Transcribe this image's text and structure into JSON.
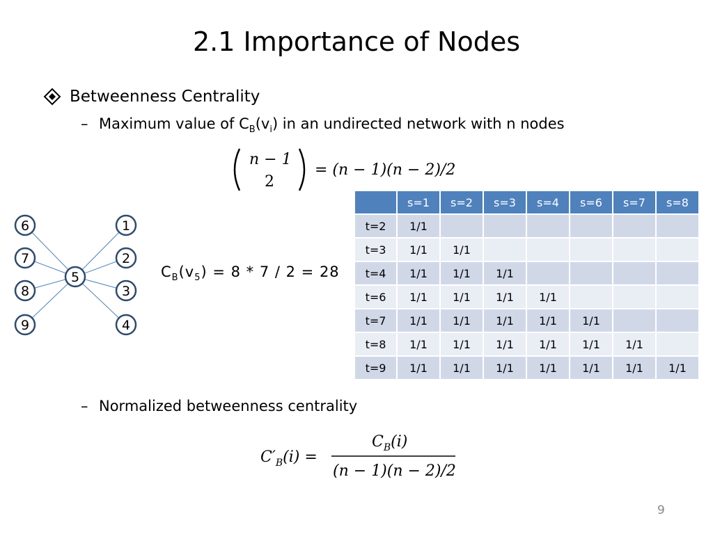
{
  "slide": {
    "title": "2.1 Importance of Nodes",
    "bullet": "Betweenness Centrality",
    "sub1": {
      "prefix": "Maximum value of C",
      "sub_b": "B",
      "mid": "(v",
      "sub_i": "i",
      "suffix": ") in an undirected network with n nodes"
    },
    "formula1": {
      "binom_top": "n − 1",
      "binom_bottom": "2",
      "rhs": "= (n − 1)(n − 2)/2"
    },
    "cb_eq": {
      "prefix": "C",
      "sub_b": "B",
      "mid": "(v",
      "sub_5": "5",
      "suffix": ") = 8 * 7 / 2 = 28"
    },
    "sub2": "Normalized betweenness centrality",
    "formula2": {
      "lhs": "C′",
      "lhs_sub": "B",
      "lhs_arg": "(i) =",
      "numerator": "C",
      "numerator_sub": "B",
      "numerator_arg": "(i)",
      "denominator": "(n − 1)(n − 2)/2"
    },
    "page_number": "9"
  },
  "graph": {
    "center": "5",
    "left_nodes": [
      "6",
      "7",
      "8",
      "9"
    ],
    "right_nodes": [
      "1",
      "2",
      "3",
      "4"
    ],
    "node_color": "#2e4b6d",
    "edge_color": "#4f81bd"
  },
  "table": {
    "columns": [
      "s=1",
      "s=2",
      "s=3",
      "s=4",
      "s=6",
      "s=7",
      "s=8"
    ],
    "rows": [
      {
        "label": "t=2",
        "cells": [
          "1/1",
          "",
          "",
          "",
          "",
          "",
          ""
        ]
      },
      {
        "label": "t=3",
        "cells": [
          "1/1",
          "1/1",
          "",
          "",
          "",
          "",
          ""
        ]
      },
      {
        "label": "t=4",
        "cells": [
          "1/1",
          "1/1",
          "1/1",
          "",
          "",
          "",
          ""
        ]
      },
      {
        "label": "t=6",
        "cells": [
          "1/1",
          "1/1",
          "1/1",
          "1/1",
          "",
          "",
          ""
        ]
      },
      {
        "label": "t=7",
        "cells": [
          "1/1",
          "1/1",
          "1/1",
          "1/1",
          "1/1",
          "",
          ""
        ]
      },
      {
        "label": "t=8",
        "cells": [
          "1/1",
          "1/1",
          "1/1",
          "1/1",
          "1/1",
          "1/1",
          ""
        ]
      },
      {
        "label": "t=9",
        "cells": [
          "1/1",
          "1/1",
          "1/1",
          "1/1",
          "1/1",
          "1/1",
          "1/1"
        ]
      }
    ],
    "header_color": "#4f81bd",
    "row_color_odd": "#d0d8e8",
    "row_color_even": "#e9edf4"
  }
}
